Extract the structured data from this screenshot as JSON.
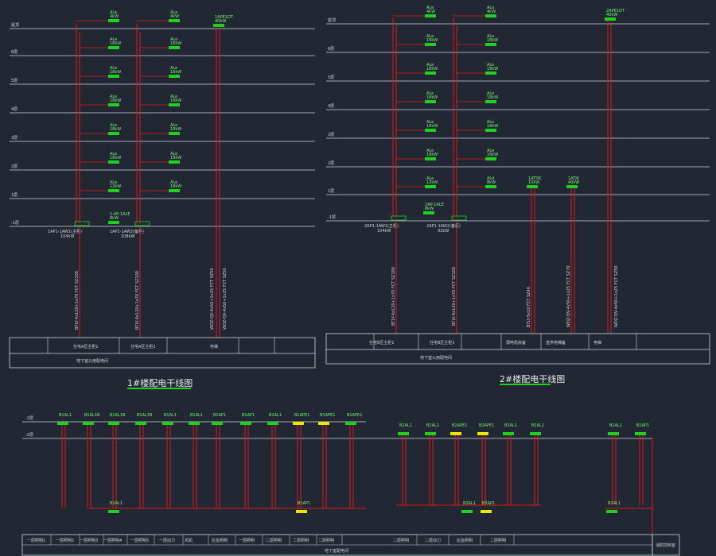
{
  "diagram1": {
    "floors": [
      "屋顶",
      "6层",
      "5层",
      "4层",
      "3层",
      "2层",
      "1层",
      "-1层"
    ],
    "panels": [
      [
        "ALe 4kW",
        "ALe 4kW"
      ],
      [
        "ALe 18kW",
        "ALe 18kW"
      ],
      [
        "ALe 18kW",
        "ALe 18kW"
      ],
      [
        "ALe 18kW",
        "ALe 18kW"
      ],
      [
        "ALe 18kW",
        "ALe 18kW"
      ],
      [
        "ALe 18kW",
        "ALe 18kW"
      ],
      [
        "ALe 12kW",
        "ALe 18kW"
      ]
    ],
    "top_right_panel": "1APE1DT 40kW",
    "bottom_panel": "1-AP-1ALE 8kW",
    "feeder_labels": [
      "1AP1-1AW1(主柜)",
      "1AP1-1AW2(备柜)"
    ],
    "feeder_power": [
      "104kW",
      "108kW"
    ],
    "cable_labels": [
      "BTLY-4x120+1x70 FCT SZ100",
      "BTLY-4x120+1x70 FCT SZ100",
      "WDZ-YJV-4x50+1x25 FCT SZ50",
      "WDZ-YJV-4x50+1x25 FCT SZ50"
    ],
    "table_row1": [
      "住宅A区主柜1",
      "住宅A区主柜2",
      "电梯"
    ],
    "table_row2": "地下室公用配电间",
    "title": "1#楼配电干线图"
  },
  "diagram2": {
    "floors": [
      "屋顶",
      "6层",
      "5层",
      "4层",
      "3层",
      "2层",
      "1层",
      "-1层"
    ],
    "panels": [
      [
        "ALe 4kW",
        "ALe 4kW"
      ],
      [
        "ALe 18kW",
        "ALe 18kW"
      ],
      [
        "ALe 18kW",
        "ALe 18kW"
      ],
      [
        "ALe 18kW",
        "ALe 18kW"
      ],
      [
        "ALe 18kW",
        "ALe 18kW"
      ],
      [
        "ALe 18kW",
        "ALe 18kW"
      ],
      [
        "ALe 12kW",
        "ALd 8kW"
      ]
    ],
    "top_right_panel": "2APE1DT 40kW",
    "side_panels": [
      "1ATDK 10kW",
      "1ATJK 40kW"
    ],
    "bottom_panel": "2AP-1ALE 8kW",
    "feeder_labels": [
      "2AP1-1AW1(主柜)",
      "2AP1-1AW2(备柜)"
    ],
    "feeder_power": [
      "104kW",
      "92kW"
    ],
    "cable_labels": [
      "BTLY-4x120+1x70 FCT SZ100",
      "BTLY-4x120+1x70 FCT SZ100",
      "BTLY-5x10 FCT SZ40",
      "WDZ-YJV-4x50+1x25 FCT SZ70",
      "WDZ-YJV-4x50+1x25 FCT SZ50"
    ],
    "table_row1": [
      "住宅B区主柜1",
      "住宅B区主柜2",
      "弱电机房备",
      "直供电梯备",
      "电梯"
    ],
    "table_row2": "地下室公用配电间",
    "title": "2#楼配电干线图"
  },
  "diagram3": {
    "level_labels": [
      "-1层",
      "-2层"
    ],
    "top_panels": [
      "B1AL1",
      "B1AL1B",
      "B1AL1B",
      "B1AL1B",
      "B1AL1",
      "B1AL1",
      "B1AP1",
      "B1AP1",
      "B1AL1",
      "B1APE1",
      "B1APE1",
      "B1APE1"
    ],
    "mid_panels": [
      "B2AL1",
      "B2AL1",
      "B2APE1",
      "B2APE1",
      "B2AL1",
      "B2AL1",
      "B2AL1",
      "B2AP1"
    ],
    "row_labels": [
      "一层照明1",
      "一层照明2",
      "一层照明3",
      "一层照明4",
      "一层照明5",
      "一层动力",
      "风机",
      "应急照明",
      "一层照明",
      "二层照明",
      "二层照明",
      "二层照明",
      "二层照明",
      "二层动力",
      "应急照明",
      "二层照明"
    ],
    "bottom_caption": "地下室配电间",
    "right_caption": "消防控制室"
  },
  "colors": {
    "background": "#212833",
    "wire": "#e01818",
    "floor_line": "#cfd6dc",
    "panel": "#20d020",
    "panel_yellow": "#e8e800",
    "text": "#cfd6dc"
  }
}
